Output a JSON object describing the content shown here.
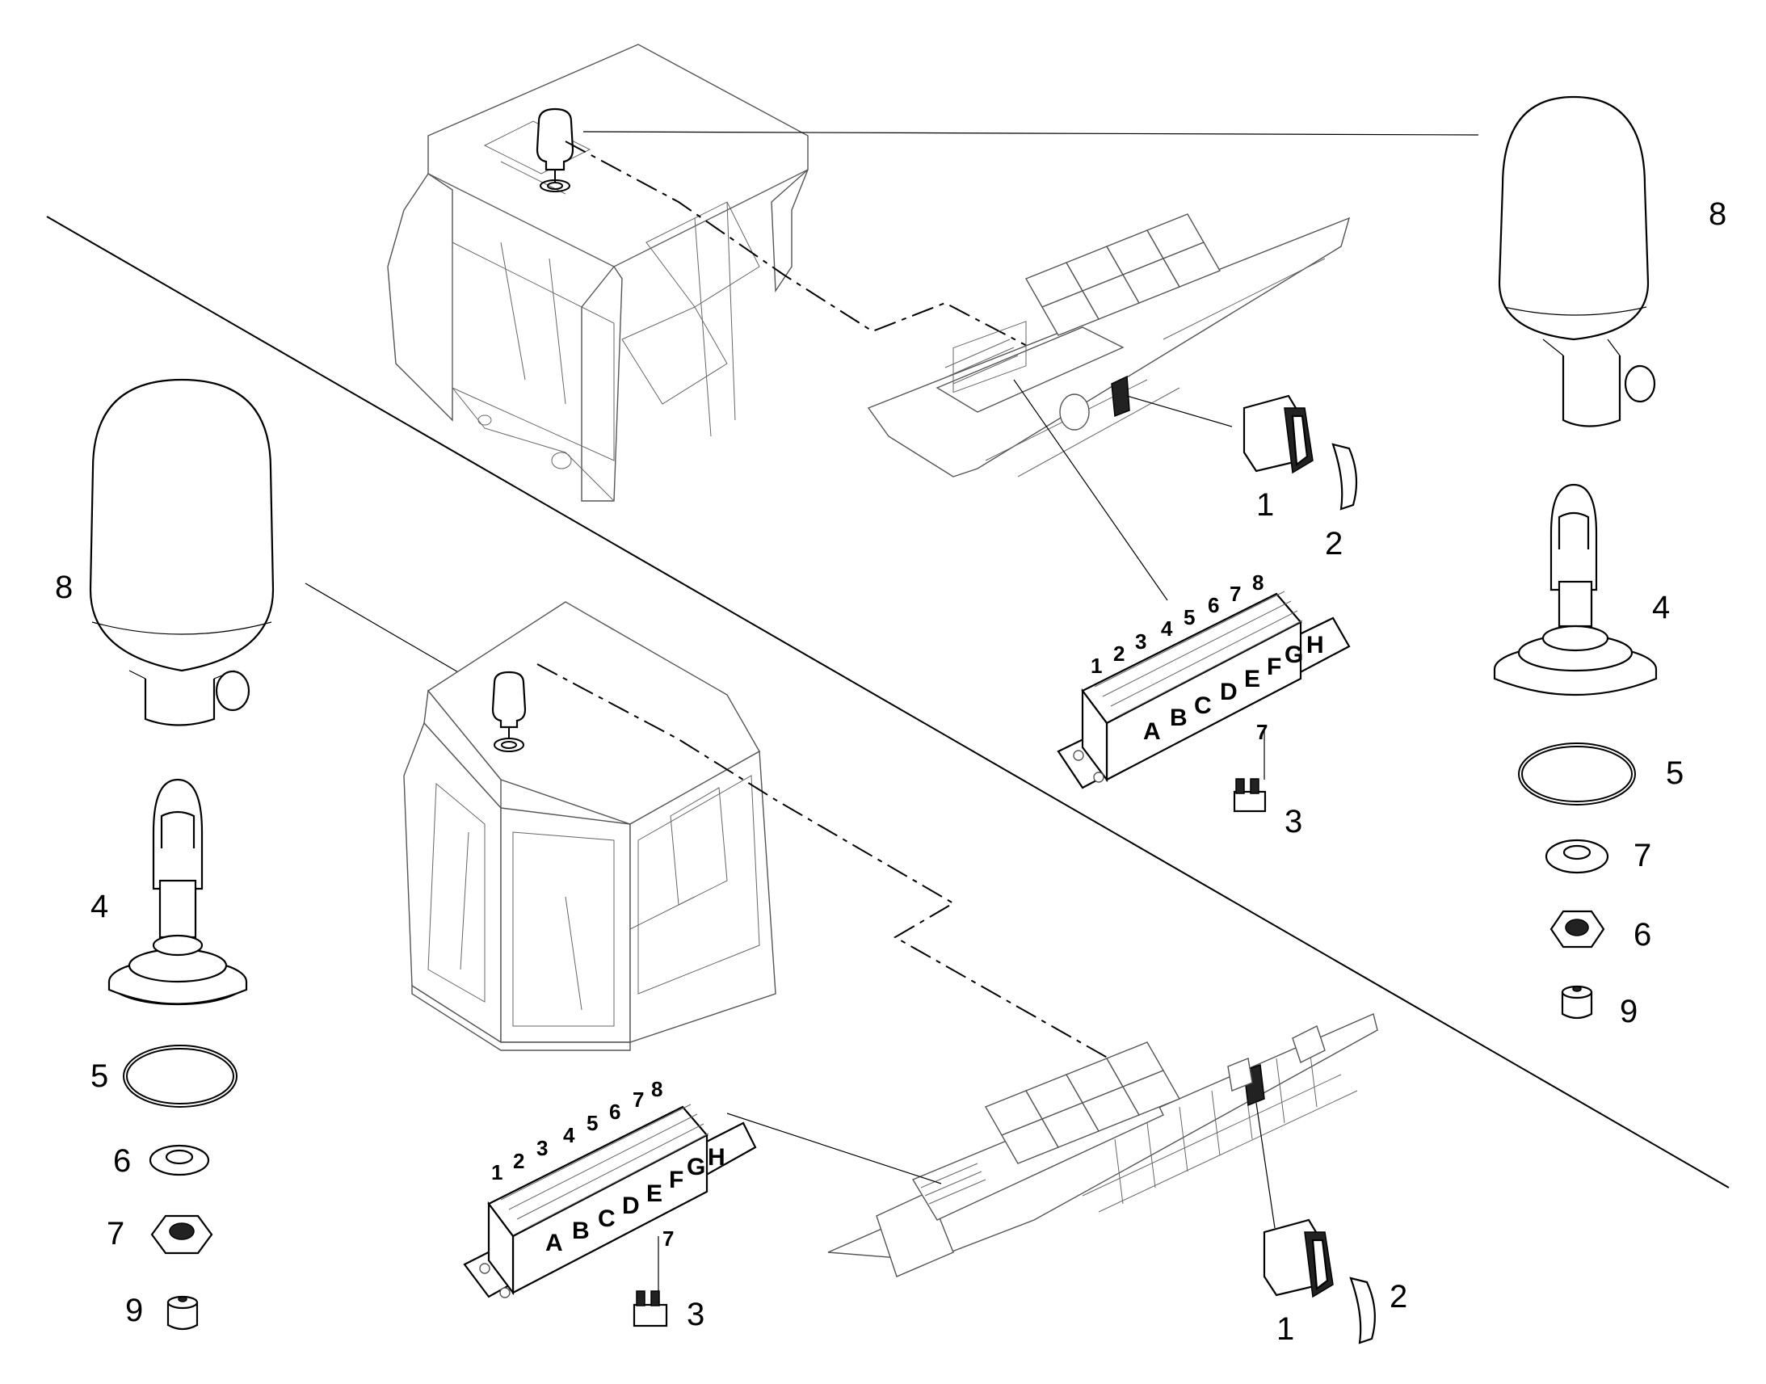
{
  "callouts_upper": {
    "beacon": "8",
    "mount": "4",
    "oring": "5",
    "washer": "7",
    "nut": "6",
    "cap": "9",
    "switch": "1",
    "switch_cover": "2",
    "fuse": "3"
  },
  "callouts_lower": {
    "beacon": "8",
    "mount": "4",
    "oring": "5",
    "washer": "6",
    "nut": "7",
    "cap": "9",
    "switch": "1",
    "switch_cover": "2",
    "fuse": "3"
  },
  "fuse_block": {
    "columns": [
      "1",
      "2",
      "3",
      "4",
      "5",
      "6",
      "7",
      "8"
    ],
    "rows": [
      "A",
      "B",
      "C",
      "D",
      "E",
      "F",
      "G",
      "H"
    ],
    "fuse_slot": "7"
  }
}
